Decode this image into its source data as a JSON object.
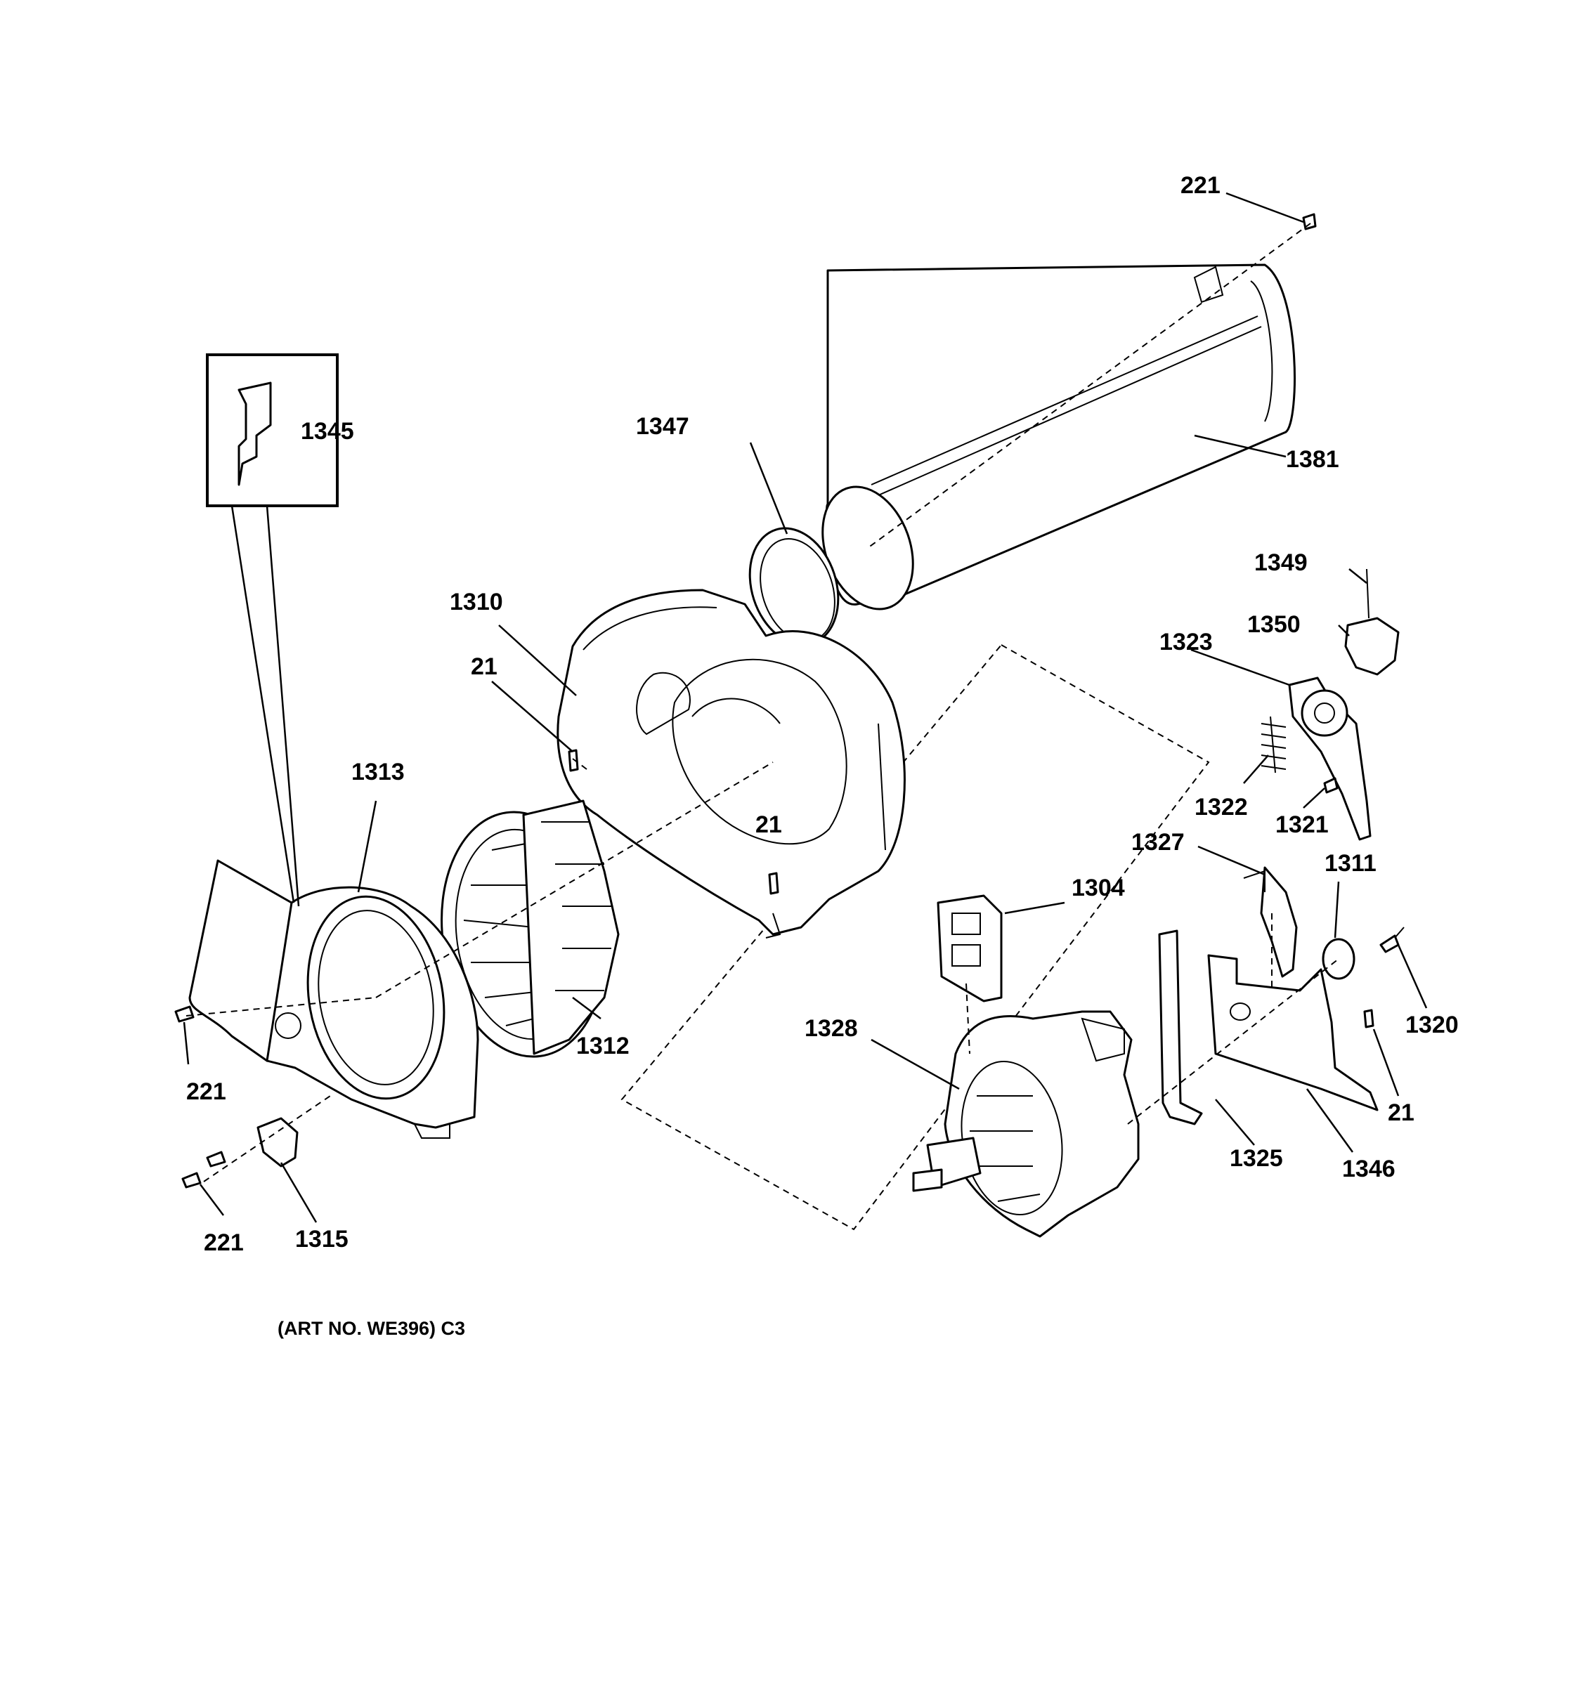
{
  "labels": {
    "p221_top": "221",
    "p1345": "1345",
    "p1347": "1347",
    "p1381": "1381",
    "p1310": "1310",
    "p21_a": "21",
    "p1313": "1313",
    "p21_b": "21",
    "p1349": "1349",
    "p1350": "1350",
    "p1323": "1323",
    "p1322": "1322",
    "p1321": "1321",
    "p1327": "1327",
    "p1311": "1311",
    "p1304": "1304",
    "p1312": "1312",
    "p1328": "1328",
    "p1320": "1320",
    "p221_left": "221",
    "p21_c": "21",
    "p1325": "1325",
    "p1346": "1346",
    "p221_bottom": "221",
    "p1315": "1315"
  },
  "caption": "(ART NO. WE396) C3"
}
